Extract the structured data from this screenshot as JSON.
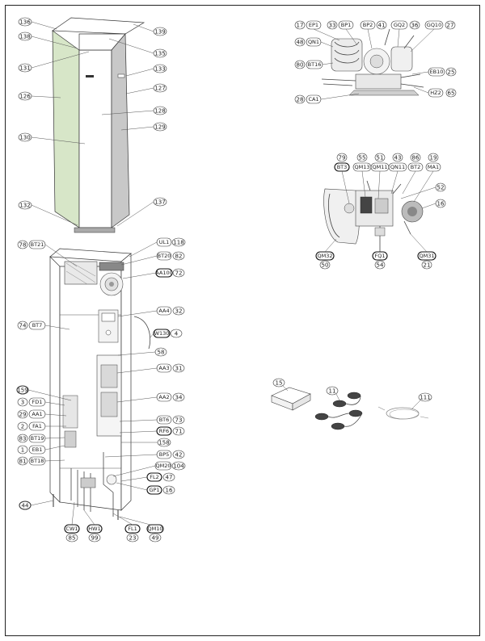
{
  "callouts": {
    "cabinet": {
      "c136": "136",
      "c138": "138",
      "c131": "131",
      "c126": "126",
      "c130": "130",
      "c132": "132",
      "c139": "139",
      "c135": "135",
      "c133": "133",
      "c127": "127",
      "c128": "128",
      "c129": "129",
      "c137": "137"
    },
    "interior": {
      "n78": "78",
      "bt21": "BT21",
      "ul1": "UL1",
      "n118": "118",
      "bt20": "BT20",
      "n82": "82",
      "aa100": "AA100",
      "n72": "72",
      "aa4": "AA4",
      "n32": "32",
      "n74": "74",
      "bt7": "BT7",
      "w130": "W130",
      "n4": "4",
      "n58": "58",
      "aa3": "AA3",
      "n31": "31",
      "n159": "159",
      "aa2": "AA2",
      "n34": "34",
      "n3": "3",
      "fd1": "FD1",
      "n29": "29",
      "aa1": "AA1",
      "n2": "2",
      "fa1": "FA1",
      "bt6": "BT6",
      "n73": "73",
      "rf6": "RF6",
      "n71": "71",
      "n83": "83",
      "bt19": "BT19",
      "n158": "158",
      "n1": "1",
      "eb1": "EB1",
      "bp5": "BP5",
      "n42": "42",
      "n81": "81",
      "bt18": "BT18",
      "qm20": "QM20",
      "n104": "104",
      "fl2": "FL2",
      "n47": "47",
      "gp1": "GP1",
      "n16": "16",
      "n44": "44",
      "cw1": "CW1",
      "n85": "85",
      "hw1": "HW1",
      "n99": "99",
      "fl1": "FL1",
      "n23": "23",
      "qm10": "QM10",
      "n49": "49"
    },
    "compressor": {
      "n17": "17",
      "ep1": "EP1",
      "n33": "33",
      "bp1": "BP1",
      "bp2": "BP2",
      "n41": "41",
      "gq2": "GQ2",
      "n36": "36",
      "gq10": "GQ10",
      "n27": "27",
      "n48": "48",
      "qn1": "QN1",
      "n80": "80",
      "bt16": "BT16",
      "eb10": "EB10",
      "n25": "25",
      "n28": "28",
      "ca1": "CA1",
      "hz2": "HZ2",
      "n65": "65"
    },
    "pump": {
      "n79": "79",
      "n55": "55",
      "n51": "51",
      "n43": "43",
      "n86": "86",
      "n19": "19",
      "bt3": "BT3",
      "qm13": "QM13",
      "qm11": "QM11",
      "qn11": "QN11",
      "bt2": "BT2",
      "ma1": "MA1",
      "n52": "52",
      "n16": "16",
      "qm32": "QM32",
      "n50": "50",
      "fq1": "FQ1",
      "n54": "54",
      "qm31": "QM31",
      "n21": "21"
    },
    "accessories": {
      "n15": "15",
      "n11": "11",
      "n111": "111"
    }
  },
  "colors": {
    "panel_green": "#d7e6c8",
    "panel_gray": "#c8c8c8",
    "outline": "#333333"
  }
}
